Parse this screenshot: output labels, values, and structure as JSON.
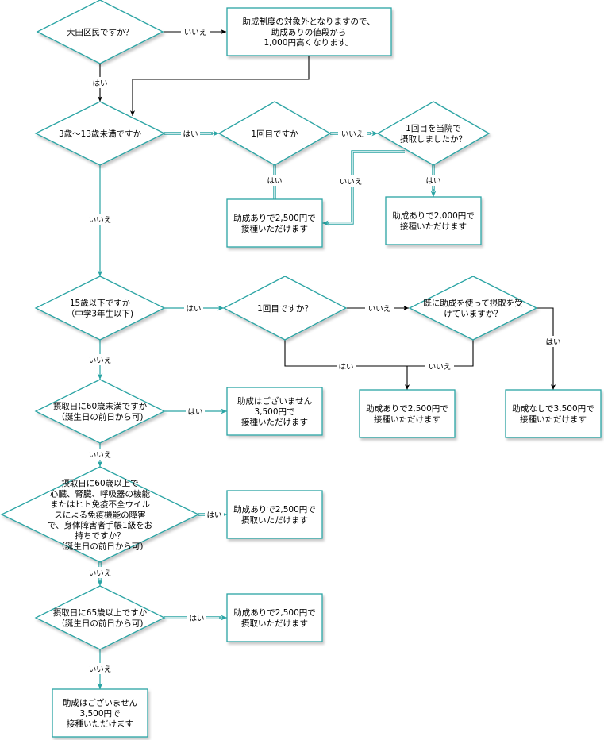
{
  "nodes": {
    "q_ota": [
      "大田区民ですか？"
    ],
    "r_outside": [
      "助成制度の対象外となりますので、",
      "助成ありの値段から",
      "1,000円高くなります。"
    ],
    "q_age3_13": [
      "3歳〜13歳未満ですか"
    ],
    "q_first1": [
      "1回目ですか"
    ],
    "q_hospital": [
      "1回目を当院で",
      "摂取しましたか？"
    ],
    "r_2500_a": [
      "助成ありで2,500円で",
      "接種いただけます"
    ],
    "r_2000": [
      "助成ありで2,000円で",
      "接種いただけます"
    ],
    "q_under15": [
      "15歳以下ですか",
      "（中学3年生以下)"
    ],
    "q_first2": [
      "1回目ですか？"
    ],
    "q_used": [
      "既に助成を使って摂取を受",
      "けていますか？"
    ],
    "r_2500_b": [
      "助成ありで2,500円で",
      "接種いただけます"
    ],
    "r_none_3500": [
      "助成なしで3,500円で",
      "接種いただけます"
    ],
    "q_under60": [
      "摂取日に60歳未満ですか",
      "（誕生日の前日から可)"
    ],
    "r_no_aid_1": [
      "助成はございません",
      "3,500円で",
      "接種いただけます"
    ],
    "q_60_disabled": [
      "摂取日に60歳以上で",
      "心臓、腎臓、呼吸器の機能",
      "またはヒト免疫不全ウイル",
      "スによる免疫機能の障害",
      "で、身体障害者手帳1級をお",
      "持ちですか？",
      "（誕生日の前日から可)"
    ],
    "r_2500_c": [
      "助成ありで2,500円で",
      "摂取いただけます"
    ],
    "q_65": [
      "摂取日に65歳以上ですか",
      "（誕生日の前日から可)"
    ],
    "r_2500_d": [
      "助成ありで2,500円で",
      "摂取いただけます"
    ],
    "r_no_aid_2": [
      "助成はございません",
      "3,500円で",
      "接種いただけます"
    ]
  },
  "edge_labels": {
    "ota_no": "いいえ",
    "ota_yes": "はい",
    "age_yes": "はい",
    "age_no": "いいえ",
    "first1_yes": "はい",
    "first1_no": "いいえ",
    "hospital_no": "いいえ",
    "hospital_yes": "はい",
    "u15_yes": "はい",
    "u15_no": "いいえ",
    "first2_no": "いいえ",
    "first2_yes": "はい",
    "used_no": "いいえ",
    "used_yes": "はい",
    "u60_yes": "はい",
    "u60_no": "いいえ",
    "dis_yes": "はい",
    "dis_no": "いいえ",
    "q65_yes": "はい",
    "q65_no": "いいえ"
  },
  "colors": {
    "shape_stroke": "#2aa4a4",
    "teal_edge": "#2aa4a4",
    "black_edge": "#000000"
  }
}
